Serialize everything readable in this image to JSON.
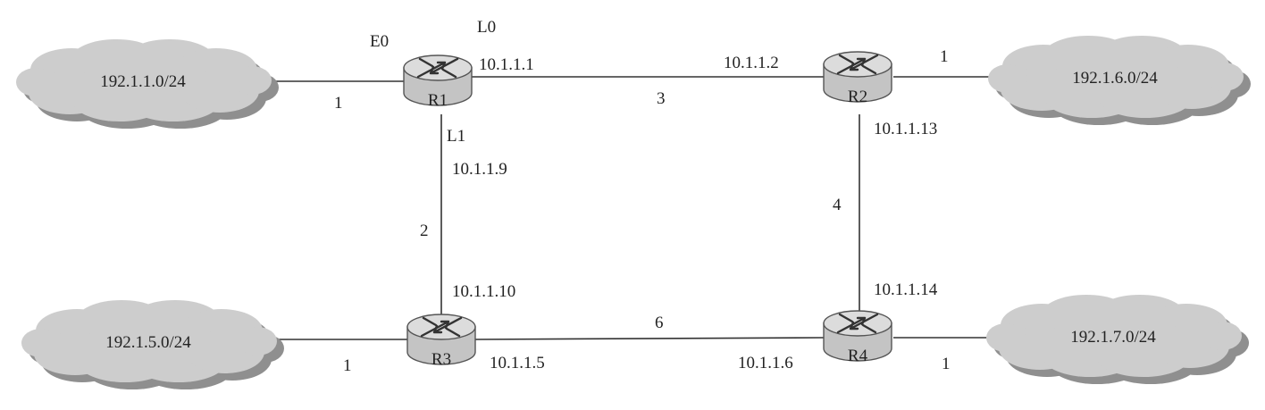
{
  "networks": [
    {
      "id": "net-r1",
      "label": "192.1.1.0/24"
    },
    {
      "id": "net-r2",
      "label": "192.1.6.0/24"
    },
    {
      "id": "net-r3",
      "label": "192.1.5.0/24"
    },
    {
      "id": "net-r4",
      "label": "192.1.7.0/24"
    }
  ],
  "routers": [
    {
      "id": "r1",
      "label": "R1"
    },
    {
      "id": "r2",
      "label": "R2"
    },
    {
      "id": "r3",
      "label": "R3"
    },
    {
      "id": "r4",
      "label": "R4"
    }
  ],
  "interfaces": {
    "r1_e0": "E0",
    "r1_l0": "L0",
    "r1_l1": "L1",
    "r1_l0_ip": "10.1.1.1",
    "r1_l1_ip": "10.1.1.9",
    "r2_left_ip": "10.1.1.2",
    "r2_down_ip": "10.1.1.13",
    "r3_up_ip": "10.1.1.10",
    "r3_right_ip": "10.1.1.5",
    "r4_up_ip": "10.1.1.14",
    "r4_left_ip": "10.1.1.6"
  },
  "link_costs": {
    "r1_net": "1",
    "r2_net": "1",
    "r3_net": "1",
    "r4_net": "1",
    "r1_r2": "3",
    "r1_r3": "2",
    "r2_r4": "4",
    "r3_r4": "6"
  },
  "colors": {
    "cloud_fill": "#cdcdcd",
    "cloud_shadow": "#8f8f8f",
    "router_top": "#d9d9d9",
    "router_body": "#c4c4c4",
    "line": "#333333"
  }
}
